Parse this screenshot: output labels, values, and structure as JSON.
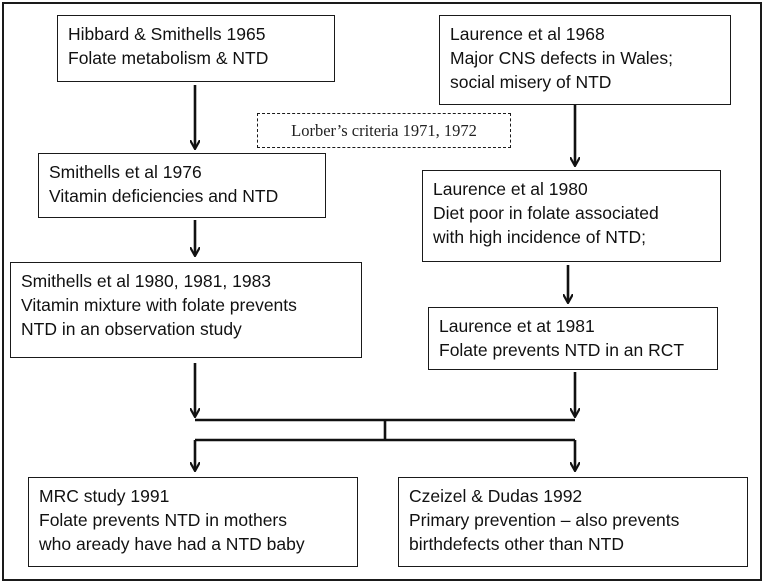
{
  "boxes": {
    "hibbard": {
      "line1": "Hibbard & Smithells 1965",
      "line2": "Folate metabolism & NTD"
    },
    "laurence_1968": {
      "line1": "Laurence et al 1968",
      "line2": "Major CNS defects in Wales;",
      "line3": "social misery of NTD"
    },
    "lorber": {
      "text": "Lorber’s criteria 1971, 1972"
    },
    "smithells_1976": {
      "line1": "Smithells et al 1976",
      "line2": "Vitamin deficiencies and NTD"
    },
    "laurence_1980": {
      "line1": "Laurence et al 1980",
      "line2": "Diet poor in folate associated",
      "line3": "with high incidence of NTD;"
    },
    "smithells_1980": {
      "line1": "Smithells et al 1980, 1981, 1983",
      "line2": "Vitamin mixture with folate prevents",
      "line3": "NTD in an observation study"
    },
    "laurence_1981": {
      "line1": "Laurence et at 1981",
      "line2": "Folate prevents NTD in an RCT"
    },
    "mrc": {
      "line1": "MRC study 1991",
      "line2": "Folate prevents NTD in mothers",
      "line3": "who aready have had a NTD baby"
    },
    "czeizel": {
      "line1": "Czeizel & Dudas 1992",
      "line2": "Primary prevention –  also prevents",
      "line3": "birthdefects other than NTD"
    }
  }
}
